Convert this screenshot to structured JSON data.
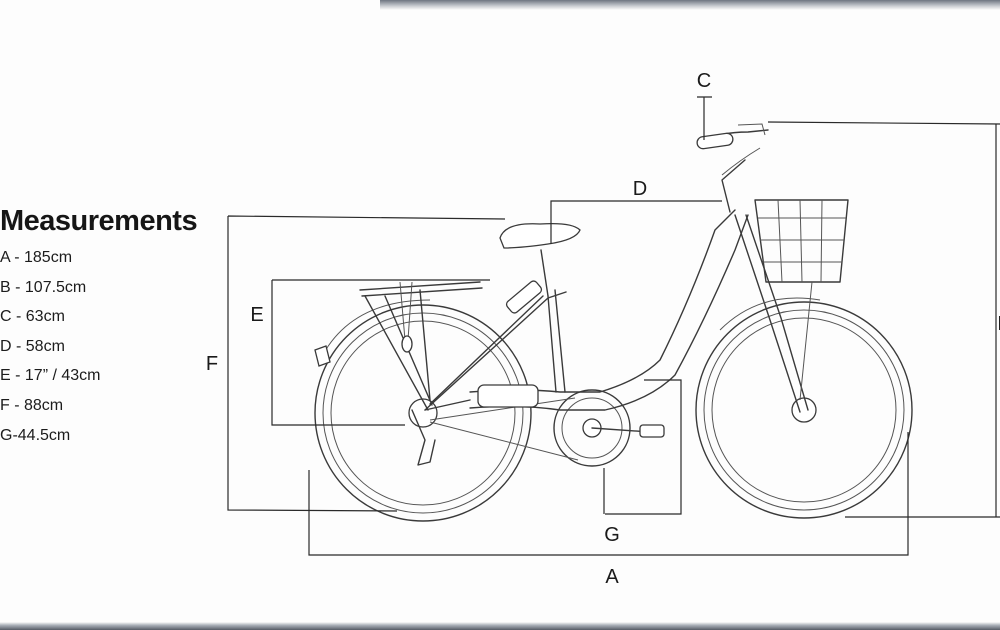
{
  "title": "Measurements",
  "measurements": [
    {
      "label": "A - 185cm"
    },
    {
      "label": "B - 107.5cm"
    },
    {
      "label": "C - 63cm"
    },
    {
      "label": "D - 58cm"
    },
    {
      "label": "E - 17” / 43cm"
    },
    {
      "label": "F - 88cm"
    },
    {
      "label": "G-44.5cm"
    }
  ],
  "dimension_labels": {
    "a": "A",
    "b": "B",
    "c": "C",
    "d": "D",
    "e": "E",
    "f": "F",
    "g": "G"
  }
}
